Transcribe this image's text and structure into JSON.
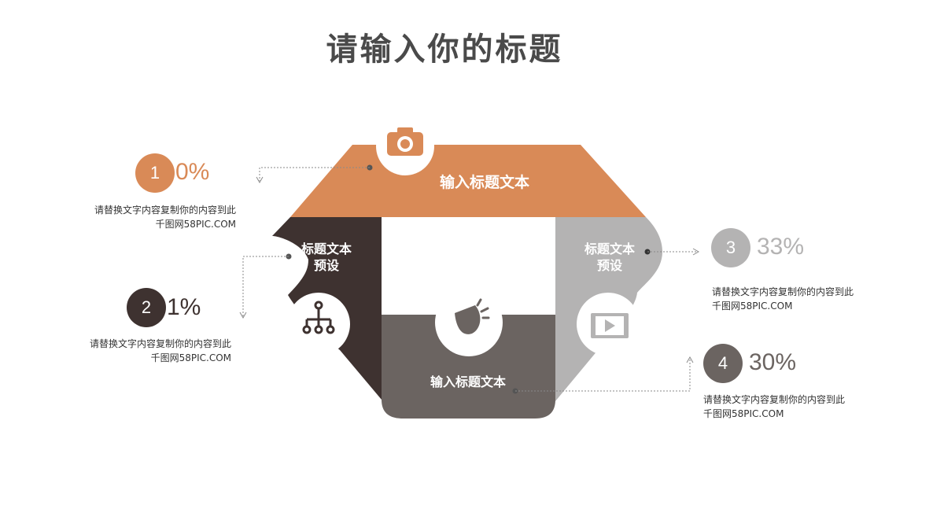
{
  "title": "请输入你的标题",
  "segments": {
    "top": {
      "label": "输入标题文本",
      "color": "#d98a57",
      "icon": "camera-icon"
    },
    "left": {
      "label_line1": "标题文本",
      "label_line2": "预设",
      "color": "#3e3230",
      "icon": "hierarchy-icon"
    },
    "bottom": {
      "label": "输入标题文本",
      "color": "#6b6461",
      "icon": "megaphone-icon"
    },
    "right": {
      "label_line1": "标题文本",
      "label_line2": "预设",
      "color": "#b4b3b3",
      "icon": "video-icon"
    }
  },
  "items": [
    {
      "num": "1",
      "percent": "0%",
      "percent_value": 0,
      "color": "#d98a57",
      "desc_line1": "请替换文字内容复制你的内容到此",
      "desc_line2": "千图网58PIC.COM"
    },
    {
      "num": "2",
      "percent": "1%",
      "percent_value": 1,
      "color": "#3e3230",
      "desc_line1": "请替换文字内容复制你的内容到此",
      "desc_line2": "千图网58PIC.COM"
    },
    {
      "num": "3",
      "percent": "33%",
      "percent_value": 33,
      "color": "#b4b3b3",
      "desc_line1": "请替换文字内容复制你的内容到此",
      "desc_line2": "千图网58PIC.COM"
    },
    {
      "num": "4",
      "percent": "30%",
      "percent_value": 30,
      "color": "#6b6461",
      "desc_line1": "请替换文字内容复制你的内容到此",
      "desc_line2": "千图网58PIC.COM"
    }
  ]
}
